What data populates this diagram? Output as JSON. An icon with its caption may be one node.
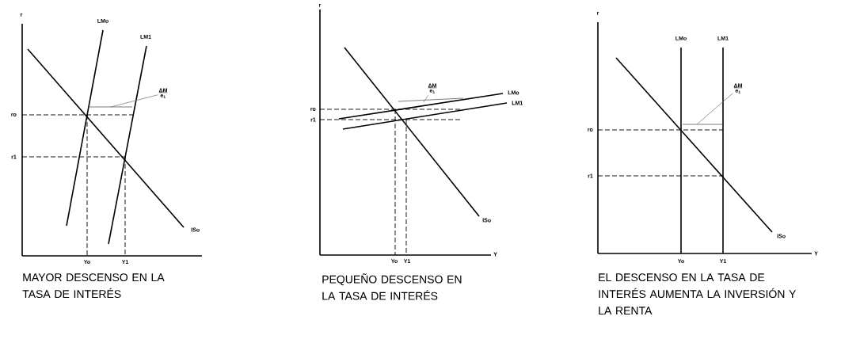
{
  "diagram": {
    "nodes": [
      {
        "text": [
          "ΔM",
          "e$_{1}$"
        ]
      },
      {
        "text": [
          "ΔM",
          "e$_{1}$"
        ]
      },
      {
        "text": [
          "ΔM",
          "e$_{1}$"
        ]
      }
    ],
    "edges": [
      {
        "from": 0,
        "to": null,
        "arrow": "none"
      },
      {
        "from": 1,
        "to": null,
        "arrow": "none"
      },
      {
        "from": 2,
        "to": null,
        "arrow": "none"
      }
    ],
    "labels": [
      "r",
      "LMo",
      "LM1",
      "ro",
      "r1",
      "ISo",
      "Yo",
      "Y1",
      "MAYOR DESCENSO EN LA TASA DE INTERÉS",
      "r",
      "LMo",
      "LM1",
      "ro",
      "r1",
      "ISo",
      "Yo",
      "Y1",
      "Y",
      "PEQUEÑO DESCENSO EN LA TASA DE INTERÉS",
      "r",
      "LMo",
      "LM1",
      "ro",
      "r1",
      "ISo",
      "Yo",
      "Y1",
      "Y",
      "EL DESCENSO EN LA TASA DE INTERÉS AUMENTA LA INVERSIÓN Y LA RENTA"
    ]
  }
}
